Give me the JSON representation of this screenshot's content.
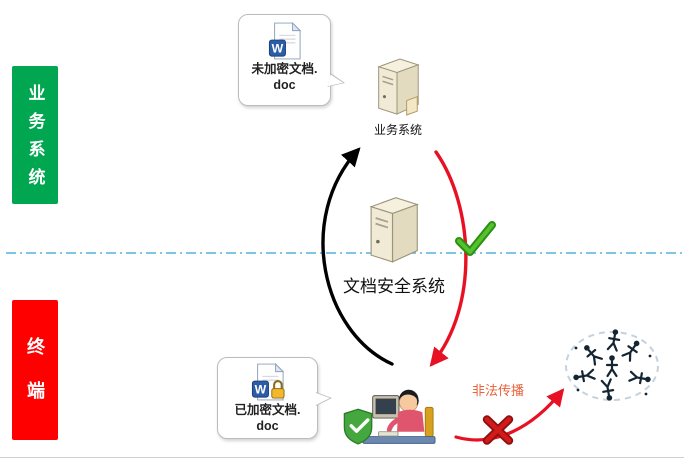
{
  "zones": {
    "business": {
      "label": "业务系统",
      "color": "#00A650"
    },
    "terminal": {
      "label": "终端",
      "color": "#FE0000"
    }
  },
  "callouts": {
    "unencrypted": {
      "line1": "未加密文档.",
      "line2": "doc"
    },
    "encrypted": {
      "line1": "已加密文档.",
      "line2": "doc"
    }
  },
  "servers": {
    "business_label": "业务系统",
    "security_label": "文档安全系统"
  },
  "annotations": {
    "illegal_spread": "非法传播"
  },
  "icons": {
    "word_letter": "W",
    "word_doc": "word-doc-icon",
    "word_doc_locked": "word-doc-locked-icon",
    "business_server": "server-tower-icon",
    "security_server": "server-tower-icon",
    "allowed": "green-check-icon",
    "blocked": "red-x-icon",
    "workstation": "user-at-computer-icon",
    "dispersal": "scattered-people-icon"
  },
  "colors": {
    "divider_line": "#55B4DD",
    "arrow_upload": "#000000",
    "arrow_download": "#E81123",
    "illegal_text": "#E8623C",
    "check_green": "#2E8F13",
    "cross_red": "#D31A1A"
  }
}
